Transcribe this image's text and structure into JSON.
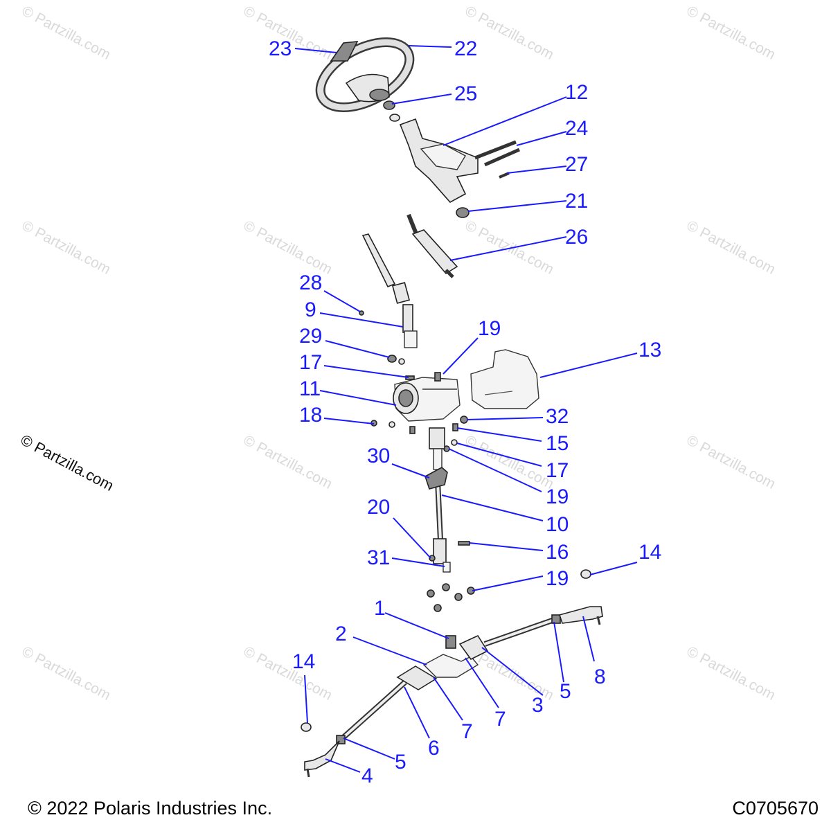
{
  "watermark": "© Partzilla.com",
  "side_mark": "© Partzilla.com",
  "footer": {
    "copyright": "© 2022 Polaris Industries Inc.",
    "code": "C0705670"
  },
  "callouts": {
    "c23": "23",
    "c22": "22",
    "c25": "25",
    "c12": "12",
    "c24": "24",
    "c27": "27",
    "c21": "21",
    "c26": "26",
    "c28": "28",
    "c9": "9",
    "c29": "29",
    "c19a": "19",
    "c13": "13",
    "c17a": "17",
    "c11": "11",
    "c18": "18",
    "c32": "32",
    "c15": "15",
    "c17b": "17",
    "c30": "30",
    "c19b": "19",
    "c10": "10",
    "c20": "20",
    "c16": "16",
    "c31": "31",
    "c14a": "14",
    "c19c": "19",
    "c1": "1",
    "c2": "2",
    "c8": "8",
    "c3": "3",
    "c5a": "5",
    "c7a": "7",
    "c7b": "7",
    "c14b": "14",
    "c6": "6",
    "c5b": "5",
    "c4": "4"
  },
  "colors": {
    "callout": "#1a1aff",
    "watermark": "#d9d9d9"
  }
}
